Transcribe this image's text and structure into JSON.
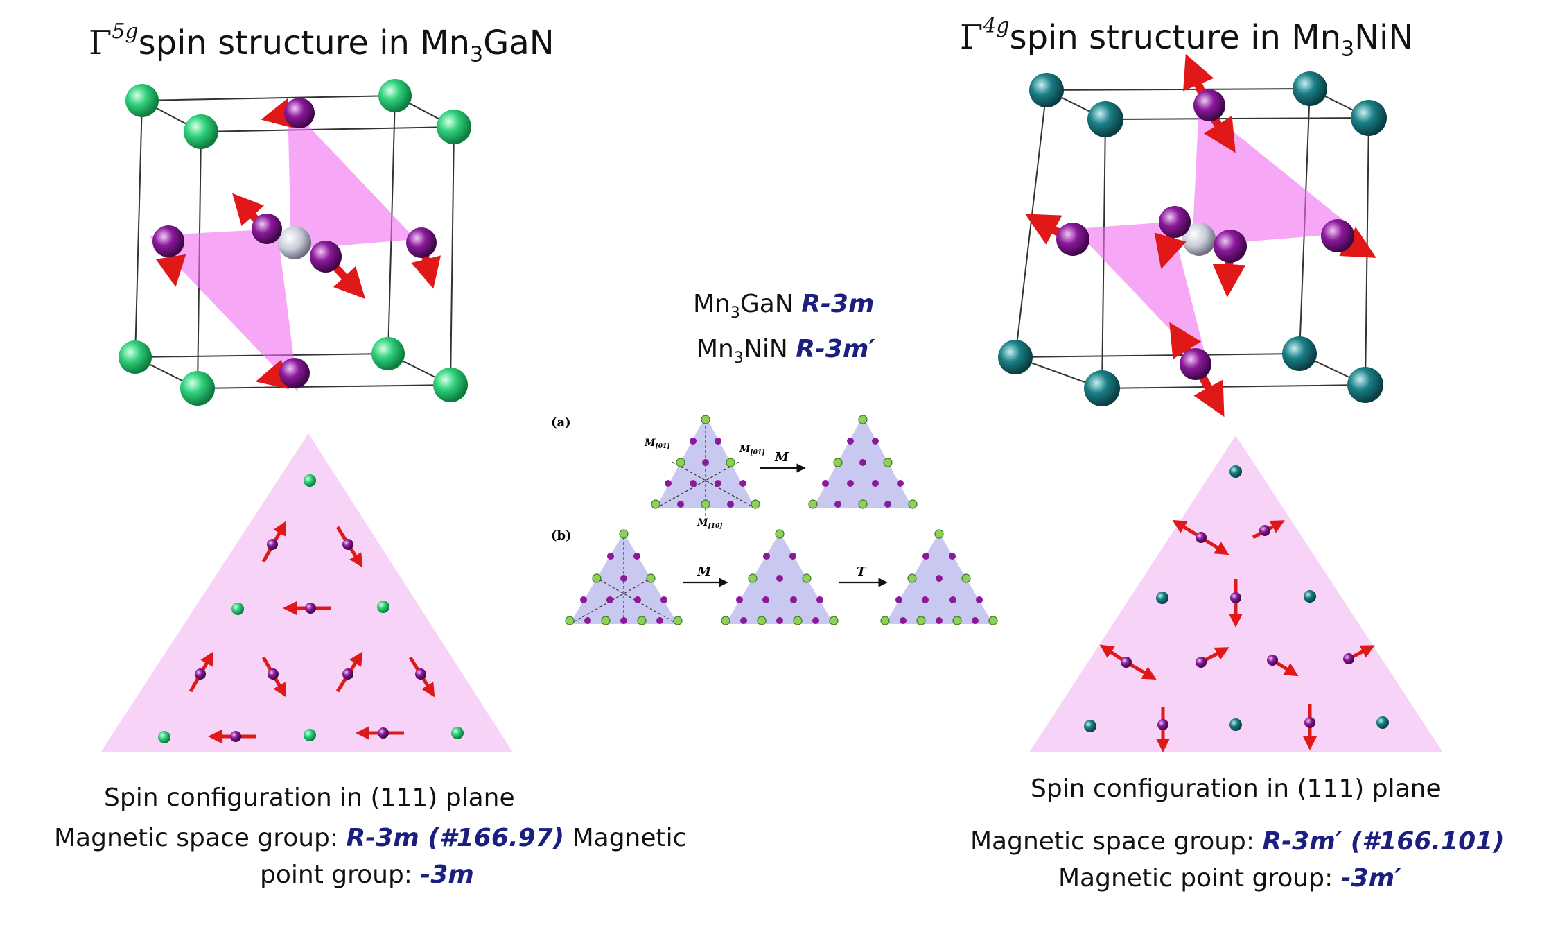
{
  "left": {
    "title_gamma": "Γ",
    "title_sup": "5g",
    "title_text": "spin structure in Mn",
    "title_sub": "3",
    "title_tail": "GaN",
    "caption_line1": "Spin configuration in (111) plane",
    "caption_line2_prefix": "Magnetic space group: ",
    "caption_line2_group": "R-3m (#166.97)",
    "caption_line2_suffix": " Magnetic",
    "caption_line3_prefix": "point group: ",
    "caption_line3_group": "-3m"
  },
  "right": {
    "title_gamma": "Γ",
    "title_sup": "4g",
    "title_text": "spin structure in Mn",
    "title_sub": "3",
    "title_tail": "NiN",
    "caption_line1": "Spin configuration in (111) plane",
    "caption_line2_prefix": "Magnetic space group: ",
    "caption_line2_group": "R-3m′ (#166.101)",
    "caption_line3_prefix": "Magnetic point group: ",
    "caption_line3_group": "-3m′"
  },
  "center": {
    "row1_formula": "Mn",
    "row1_sub": "3",
    "row1_tail": "GaN ",
    "row1_group": "R-3m",
    "row2_formula": "Mn",
    "row2_sub": "3",
    "row2_tail": "NiN ",
    "row2_group": "R-3m′",
    "panel_a_label": "(a)",
    "panel_b_label": "(b)",
    "mirror_011": "M",
    "mirror_011_sub": "[01]",
    "mirror_101": "M",
    "mirror_101_sub": "[01]",
    "mirror_110": "M",
    "mirror_110_sub": "[10]",
    "op_M": "M",
    "op_T": "T"
  },
  "colors": {
    "ga_atom": "#2fd07a",
    "ni_atom": "#1a7f86",
    "mn_atom": "#8a1a9a",
    "n_atom": "#c8ccd8",
    "spin_arrow": "#e01818",
    "plane": "#f0a0f0",
    "group_text": "#1a1f80",
    "triangle_bg": "#c8c8f0"
  }
}
